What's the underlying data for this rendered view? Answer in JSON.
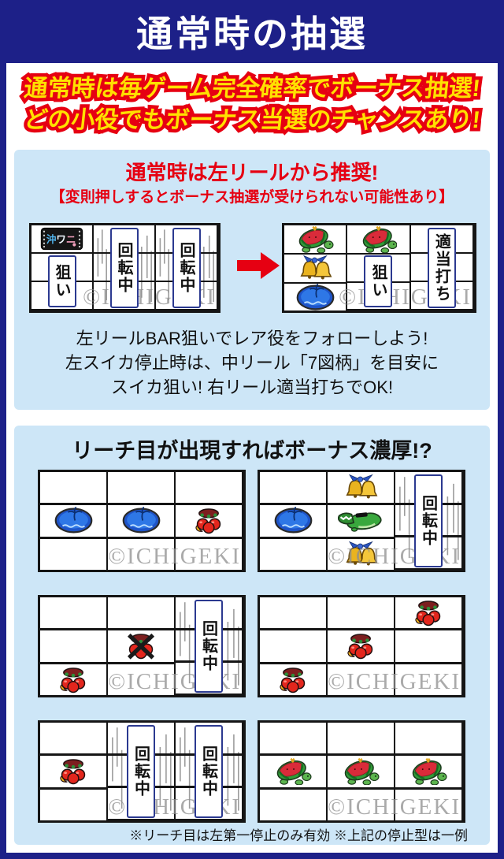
{
  "header": {
    "title": "通常時の抽選"
  },
  "banner": {
    "line1": "通常時は毎ゲーム完全確率でボーナス抽選!",
    "line2": "どの小役でもボーナス当選のチャンスあり!"
  },
  "panel1": {
    "title": "通常時は左リールから推奨!",
    "subtitle": "【変則押しするとボーナス抽選が受けられない可能性あり】",
    "body_lines": [
      "左リールBAR狙いでレア役をフォローしよう!",
      "左スイカ停止時は、中リール「7図柄」を目安に",
      "スイカ狙い! 右リール適当打ちでOK!"
    ],
    "left_reel": {
      "columns": [
        {
          "cells": [
            "bar",
            null,
            null
          ],
          "label": {
            "text": "狙い",
            "start": 1,
            "span": 2
          }
        },
        {
          "cells": [
            null,
            null,
            null
          ],
          "label": {
            "text": "回転中",
            "start": 0,
            "span": 3
          },
          "spin": true
        },
        {
          "cells": [
            null,
            null,
            null
          ],
          "label": {
            "text": "回転中",
            "start": 0,
            "span": 3
          },
          "spin": true
        }
      ]
    },
    "right_reel": {
      "columns": [
        {
          "cells": [
            "suika",
            "bell",
            "replay"
          ]
        },
        {
          "cells": [
            "suika",
            null,
            null
          ],
          "label": {
            "text": "狙い",
            "start": 1,
            "span": 2
          }
        },
        {
          "cells": [
            null,
            null,
            null
          ],
          "label": {
            "text": "適当打ち",
            "start": 0,
            "span": 3
          }
        }
      ]
    }
  },
  "panel2": {
    "title": "リーチ目が出現すればボーナス濃厚!?",
    "grids": [
      {
        "columns": [
          {
            "cells": [
              null,
              "replay",
              null
            ]
          },
          {
            "cells": [
              null,
              "replay",
              null
            ]
          },
          {
            "cells": [
              null,
              "cherry",
              null
            ]
          }
        ]
      },
      {
        "columns": [
          {
            "cells": [
              null,
              "replay",
              null
            ]
          },
          {
            "cells": [
              "bell",
              "croc",
              "bell"
            ]
          },
          {
            "cells": [
              null,
              null,
              null
            ],
            "label": {
              "text": "回転中",
              "start": 0,
              "span": 3
            },
            "spin": true
          }
        ]
      },
      {
        "columns": [
          {
            "cells": [
              null,
              null,
              "cherry"
            ]
          },
          {
            "cells": [
              null,
              "cherry_x",
              null
            ]
          },
          {
            "cells": [
              null,
              null,
              null
            ],
            "label": {
              "text": "回転中",
              "start": 0,
              "span": 3
            },
            "spin": true
          }
        ]
      },
      {
        "columns": [
          {
            "cells": [
              null,
              null,
              "cherry"
            ]
          },
          {
            "cells": [
              null,
              "cherry",
              null
            ]
          },
          {
            "cells": [
              "cherry",
              null,
              null
            ]
          }
        ]
      },
      {
        "columns": [
          {
            "cells": [
              null,
              "cherry",
              null
            ]
          },
          {
            "cells": [
              null,
              null,
              null
            ],
            "label": {
              "text": "回転中",
              "start": 0,
              "span": 3
            },
            "spin": true
          },
          {
            "cells": [
              null,
              null,
              null
            ],
            "label": {
              "text": "回転中",
              "start": 0,
              "span": 3
            },
            "spin": true
          }
        ]
      },
      {
        "columns": [
          {
            "cells": [
              null,
              "suika",
              null
            ]
          },
          {
            "cells": [
              null,
              "suika",
              null
            ]
          },
          {
            "cells": [
              null,
              "suika",
              null
            ]
          }
        ]
      }
    ],
    "note": "※リーチ目は左第一停止のみ有効 ※上記の停止型は一例"
  },
  "watermark": "©ICHIGEKI",
  "symbols_legend": {
    "bar": "bar-symbol",
    "replay": "replay-symbol",
    "cherry": "cherry-symbol",
    "cherry_x": "crossed-cherry-symbol",
    "bell": "bell-symbol",
    "suika": "watermelon-symbol",
    "croc": "crocodile-symbol"
  },
  "colors": {
    "background": "#1d2088",
    "panel": "#cde6f7",
    "accent_red": "#e60012",
    "accent_yellow": "#ffe100",
    "label_border": "#2b3990"
  }
}
